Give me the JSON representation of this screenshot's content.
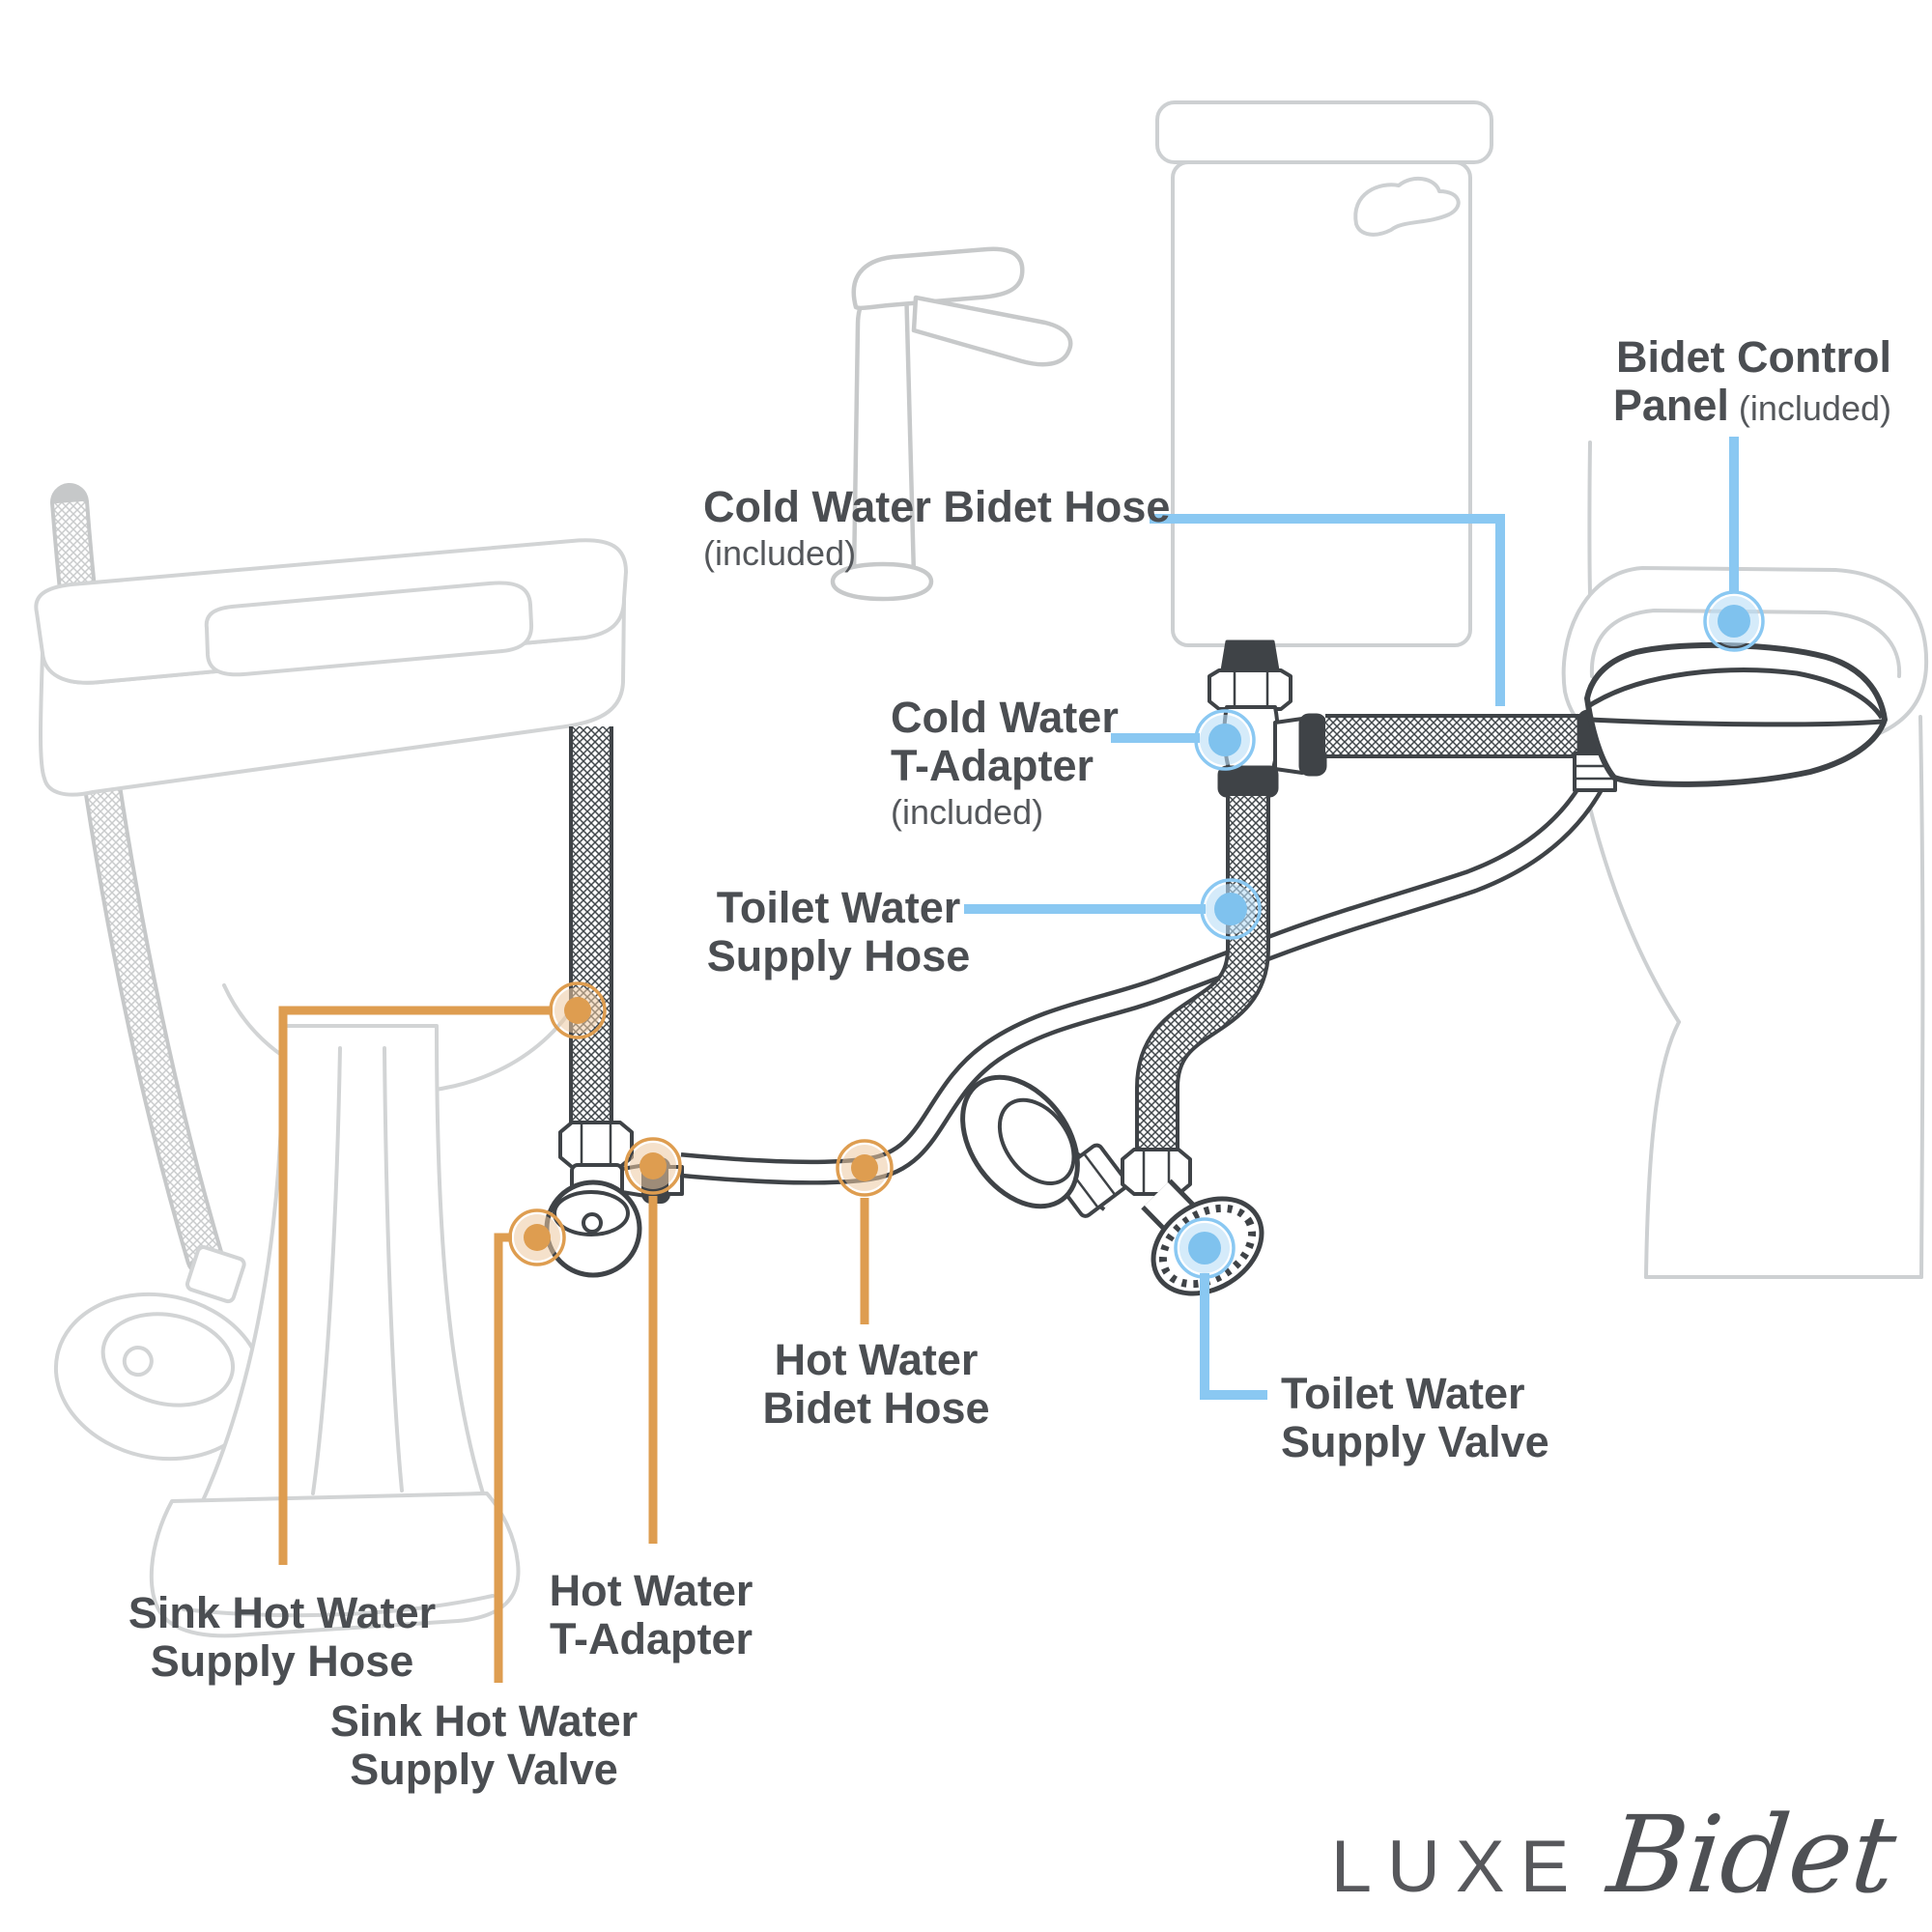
{
  "labels": {
    "cold_water_bidet_hose": {
      "title": "Cold Water Bidet Hose",
      "note": "(included)"
    },
    "bidet_control_panel": {
      "line1": "Bidet Control",
      "line2": "Panel",
      "note": "(included)"
    },
    "cold_water_t_adapter": {
      "line1": "Cold Water",
      "line2": "T-Adapter",
      "note": "(included)"
    },
    "toilet_water_supply_hose": {
      "line1": "Toilet Water",
      "line2": "Supply Hose"
    },
    "toilet_water_supply_valve": {
      "line1": "Toilet Water",
      "line2": "Supply Valve"
    },
    "hot_water_bidet_hose": {
      "line1": "Hot Water",
      "line2": "Bidet Hose"
    },
    "hot_water_t_adapter": {
      "line1": "Hot Water",
      "line2": "T-Adapter"
    },
    "sink_hot_water_supply_hose": {
      "line1": "Sink Hot Water",
      "line2": "Supply Hose"
    },
    "sink_hot_water_supply_valve": {
      "line1": "Sink Hot Water",
      "line2": "Supply Valve"
    }
  },
  "logo": {
    "brand": "LUXE",
    "product": "Bidet"
  },
  "colors": {
    "hot_accent": "#DE9D50",
    "cold_accent": "#8AC8F2",
    "label_text": "#4b4e52",
    "fixture_light": "#d2d4d5",
    "fixture_dark": "#3f4347"
  }
}
